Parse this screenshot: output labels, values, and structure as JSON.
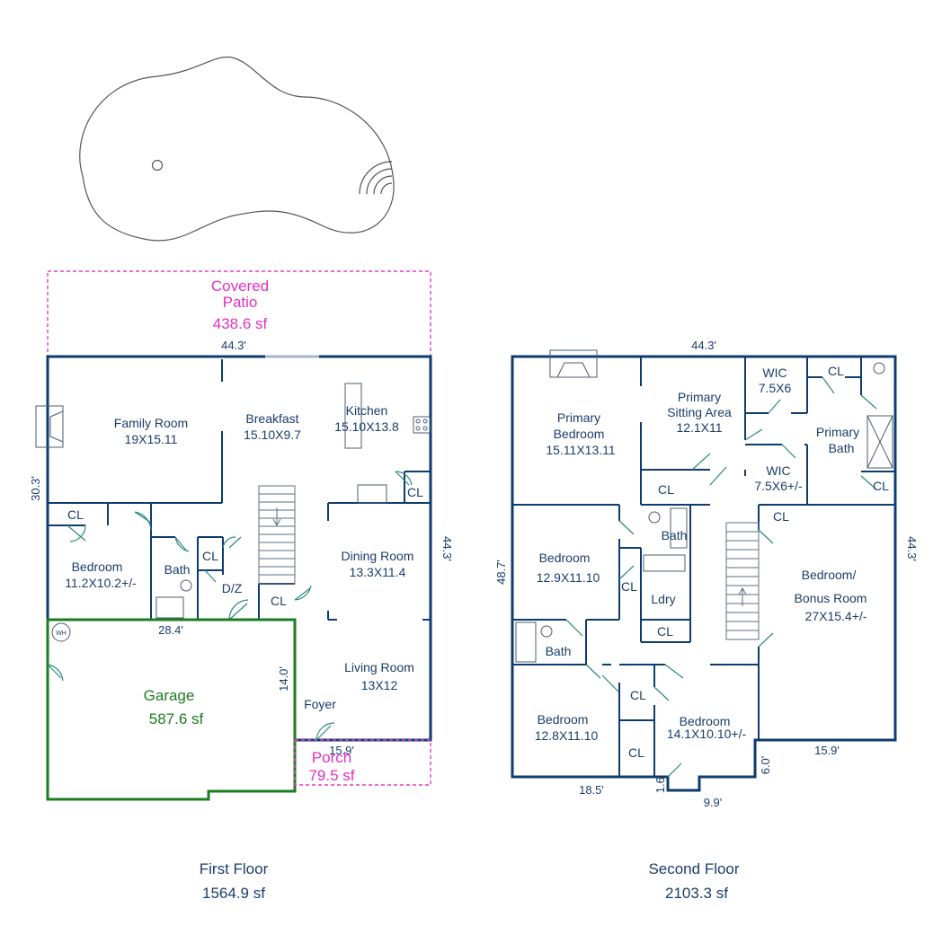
{
  "first_floor": {
    "title": "First Floor",
    "area": "1564.9 sf",
    "covered_patio": {
      "line1": "Covered",
      "line2": "Patio",
      "area": "438.6 sf"
    },
    "porch": {
      "label": "Porch",
      "area": "79.5 sf"
    },
    "garage": {
      "label": "Garage",
      "area": "587.6 sf"
    },
    "water_heater": "WH",
    "rooms": {
      "family_room": {
        "name": "Family Room",
        "size": "19X15.11"
      },
      "breakfast": {
        "name": "Breakfast",
        "size": "15.10X9.7"
      },
      "kitchen": {
        "name": "Kitchen",
        "size": "15.10X13.8"
      },
      "dining_room": {
        "name": "Dining Room",
        "size": "13.3X11.4"
      },
      "living_room": {
        "name": "Living Room",
        "size": "13X12"
      },
      "bedroom": {
        "name": "Bedroom",
        "size": "11.2X10.2+/-"
      },
      "bath": "Bath",
      "dz": "D/Z",
      "foyer": "Foyer",
      "closet": "CL"
    },
    "dimensions": {
      "top": "44.3'",
      "left": "30.3'",
      "right": "44.3'",
      "garage_top": "28.4'",
      "garage_side": "14.0'",
      "porch_top": "15.9'"
    }
  },
  "second_floor": {
    "title": "Second Floor",
    "area": "2103.3 sf",
    "rooms": {
      "primary_bedroom": {
        "line1": "Primary",
        "line2": "Bedroom",
        "size": "15.11X13.11"
      },
      "primary_sitting": {
        "line1": "Primary",
        "line2": "Sitting Area",
        "size": "12.1X11"
      },
      "wic_1": {
        "name": "WIC",
        "size": "7.5X6"
      },
      "wic_2": {
        "name": "WIC",
        "size": "7.5X6+/-"
      },
      "primary_bath": {
        "line1": "Primary",
        "line2": "Bath"
      },
      "bedroom_1": {
        "name": "Bedroom",
        "size": "12.9X11.10"
      },
      "bonus_room": {
        "line1": "Bedroom/",
        "line2": "Bonus Room",
        "size": "27X15.4+/-"
      },
      "bedroom_2": {
        "name": "Bedroom",
        "size": "12.8X11.10"
      },
      "bedroom_3": {
        "name": "Bedroom",
        "size": "14.1X10.10+/-"
      },
      "bath": "Bath",
      "laundry": "Ldry",
      "closet": "CL"
    },
    "dimensions": {
      "top": "44.3'",
      "left": "48.7'",
      "right": "44.3'",
      "bottom_left": "18.5'",
      "bottom_mid": "9.9'",
      "bottom_right": "15.9'",
      "step_small": "1.6'",
      "step_right": "6.0'"
    }
  },
  "colors": {
    "wall": "#0e3c6e",
    "garage": "#1b7d20",
    "dashed_outline": "#e83cc8",
    "text": "#1a3d6b"
  }
}
